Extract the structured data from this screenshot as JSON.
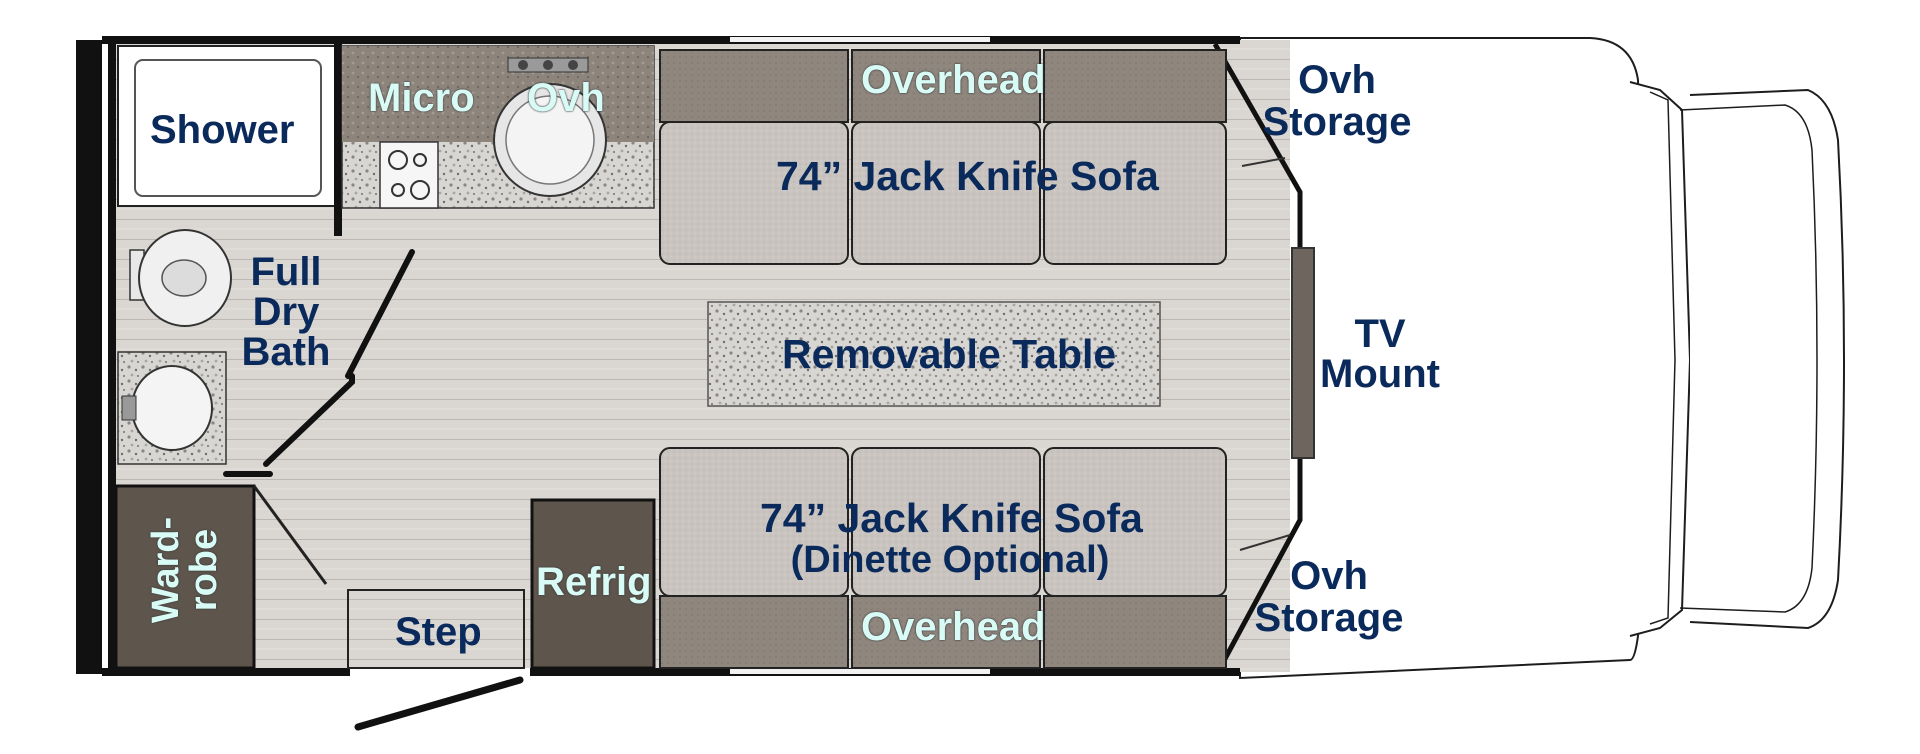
{
  "floorplan": {
    "labels": {
      "shower": "Shower",
      "micro": "Micro",
      "ovh_kitchen": "Ovh",
      "overhead_top": "Overhead",
      "sofa_top": "74” Jack Knife Sofa",
      "ovh_storage_top_l1": "Ovh",
      "ovh_storage_top_l2": "Storage",
      "full_dry_bath_l1": "Full",
      "full_dry_bath_l2": "Dry",
      "full_dry_bath_l3": "Bath",
      "removable_table": "Removable Table",
      "tv_mount_l1": "TV",
      "tv_mount_l2": "Mount",
      "sofa_bottom_l1": "74” Jack Knife Sofa",
      "sofa_bottom_l2": "(Dinette Optional)",
      "wardrobe_l1": "Ward-",
      "wardrobe_l2": "robe",
      "refrig": "Refrig",
      "step": "Step",
      "overhead_bottom": "Overhead",
      "ovh_storage_bottom_l1": "Ovh",
      "ovh_storage_bottom_l2": "Storage"
    },
    "colors": {
      "wall": "#111111",
      "floor": "#d9d6d2",
      "cushion": "#c9c3be",
      "overhead_cab": "#8a8179",
      "countertop": "#d5d2cf",
      "cabinet_dark": "#5e554d",
      "label_navy": "#0b2a5c",
      "label_mint": "#d8fbf6"
    }
  }
}
